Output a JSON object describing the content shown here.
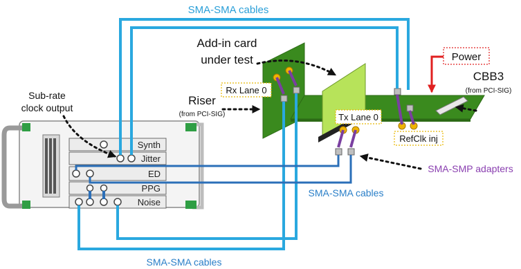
{
  "labels": {
    "sma_cables_top": "SMA-SMA cables",
    "sma_cables_mid": "SMA-SMA cables",
    "sma_cables_bottom": "SMA-SMA cables",
    "addin_line1": "Add-in card",
    "addin_line2": "under test",
    "power": "Power",
    "cbb3": "CBB3",
    "cbb3_sub": "(from PCI-SIG)",
    "riser": "Riser",
    "riser_sub": "(from PCI-SIG)",
    "rx_lane": "Rx Lane 0",
    "tx_lane": "Tx Lane 0",
    "refclk": "RefClk inj",
    "subrate_line1": "Sub-rate",
    "subrate_line2": "clock output",
    "sma_smp": "SMA-SMP adapters"
  },
  "instrument": {
    "modules": [
      "Synth",
      "Jitter",
      "ED",
      "PPG",
      "Noise"
    ]
  },
  "colors": {
    "cable_light_blue": "#2aa8df",
    "cable_dark_blue": "#2b6fb8",
    "board_green": "#3a8a1e",
    "card_green": "#b7e35a",
    "power_red": "#e02020",
    "adapter_purple": "#7a3fa0",
    "connector_yellow": "#f0b400",
    "label_blue": "#2a7fc8",
    "label_purple": "#8a3fb0"
  }
}
